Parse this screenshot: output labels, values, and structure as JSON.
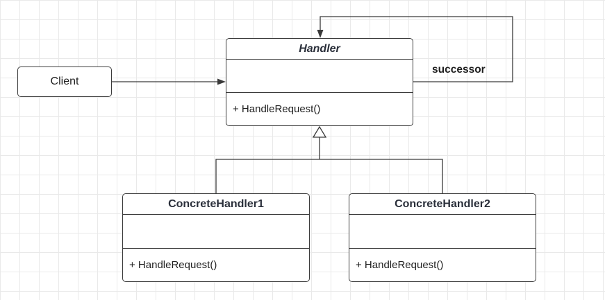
{
  "client": {
    "label": "Client"
  },
  "handler": {
    "name": "Handler",
    "method": "+ HandleRequest()"
  },
  "concrete_handler_1": {
    "name": "ConcreteHandler1",
    "method": "+ HandleRequest()"
  },
  "concrete_handler_2": {
    "name": "ConcreteHandler2",
    "method": "+ HandleRequest()"
  },
  "successor_label": "successor",
  "colors": {
    "line": "#3a3a3a",
    "grid": "#e9e9e9",
    "title_text": "#2a2f3a"
  }
}
